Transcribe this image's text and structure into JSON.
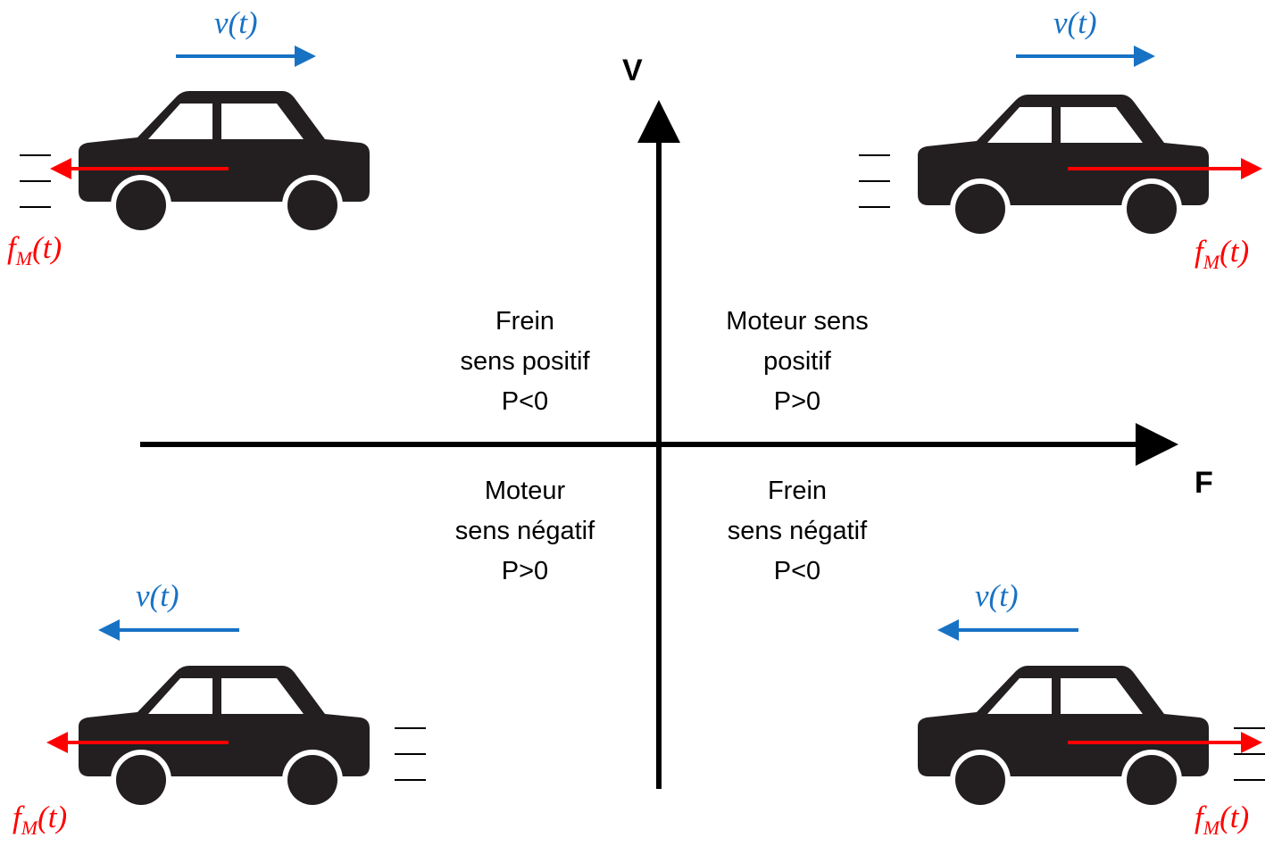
{
  "axes": {
    "vertical_label": "V",
    "horizontal_label": "F"
  },
  "quadrants": {
    "top_left": {
      "lines": [
        "Frein",
        "sens positif",
        "P<0"
      ]
    },
    "top_right": {
      "lines": [
        "Moteur sens",
        "positif",
        "P>0"
      ]
    },
    "bottom_left": {
      "lines": [
        "Moteur",
        "sens négatif",
        "P>0"
      ]
    },
    "bottom_right": {
      "lines": [
        "Frein",
        "sens négatif",
        "P<0"
      ]
    }
  },
  "vectors": {
    "speed": {
      "symbol": "v",
      "arg": "(t)"
    },
    "force": {
      "symbol": "f",
      "subscript": "M",
      "arg": "(t)"
    }
  },
  "cars": {
    "top_left": {
      "speed_direction": "right",
      "force_direction": "left",
      "motion_lines_side": "left"
    },
    "top_right": {
      "speed_direction": "right",
      "force_direction": "right",
      "motion_lines_side": "left"
    },
    "bottom_left": {
      "speed_direction": "left",
      "force_direction": "left",
      "motion_lines_side": "right"
    },
    "bottom_right": {
      "speed_direction": "left",
      "force_direction": "right",
      "motion_lines_side": "right"
    }
  },
  "colors": {
    "speed": "#1872c4",
    "force": "#ff0000",
    "car": "#231f20",
    "axis": "#000000"
  }
}
